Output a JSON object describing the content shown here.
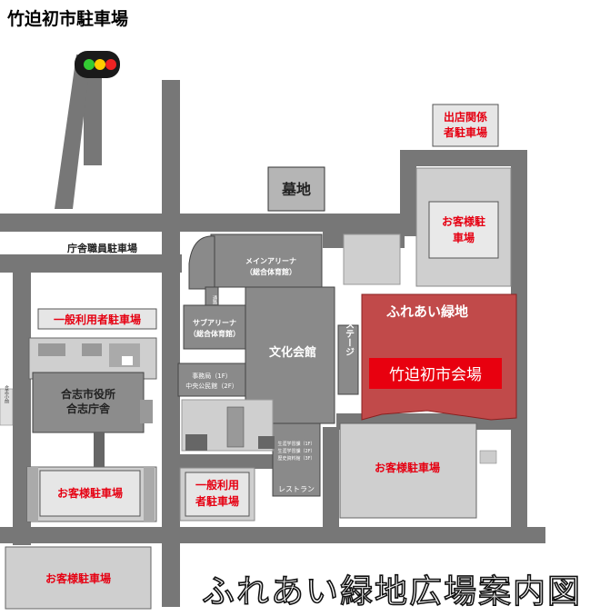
{
  "page": {
    "title": "竹迫初市駐車場"
  },
  "colors": {
    "road": "#777777",
    "building": "#cfcfcf",
    "venue": "#c14a4a",
    "venue_label": "#e8000f",
    "label_red": "#e60012"
  },
  "labels": {
    "shop_parking": "出店関係",
    "shop_parking2": "者駐車場",
    "cemetery": "墓地",
    "customer_ne": "お客様駐",
    "customer_ne2": "車場",
    "staff_parking": "庁舎職員駐車場",
    "general_parking_w": "一般利用者駐車場",
    "city_office": "合志市役所",
    "city_office2": "合志庁舎",
    "customer_sw": "お客様駐車場",
    "general_parking_mid": "一般利用",
    "general_parking_mid2": "者駐車場",
    "customer_bottom": "お客様駐車場",
    "main_arena": "メインアリーナ",
    "main_arena2": "（総合体育館）",
    "sub_arena": "サブアリーナ",
    "sub_arena2": "（総合体育館）",
    "culture_hall": "文化会館",
    "outdoor_stage": "野外ステージ",
    "fureai_green": "ふれあい緑地",
    "venue": "竹迫初市会場",
    "customer_se": "お客様駐車場",
    "office_line1": "事務局（1F）",
    "office_line2": "中央公民館（2F）",
    "info_line1": "生涯学習課（1F）",
    "info_line2": "生涯学習課（2F）",
    "info_line3": "歴史資料館（3F）",
    "restaurant": "レストラン",
    "corridor": "通路",
    "side_label": "合志小前",
    "main_title": "ふれあい緑地広場案内図"
  },
  "icons": {
    "traffic_light": "traffic-light-icon"
  }
}
